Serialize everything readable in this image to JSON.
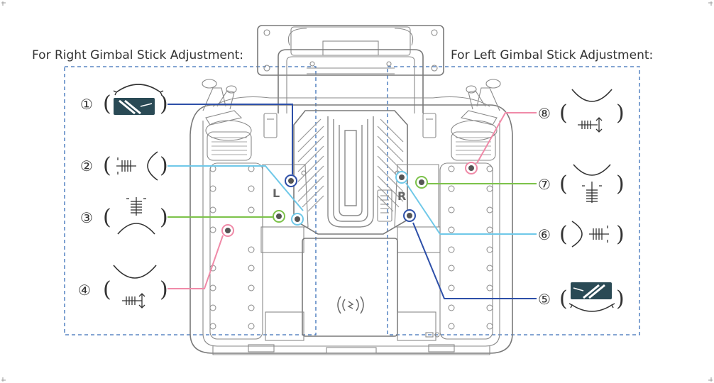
{
  "headings": {
    "right_gimbal": "For Right Gimbal Stick Adjustment:",
    "left_gimbal": "For Left Gimbal Stick Adjustment:"
  },
  "panels": {
    "left_letter": "L",
    "right_letter": "R"
  },
  "colors": {
    "dark_blue": "#2d4fa8",
    "light_blue": "#6fc8e8",
    "green": "#7cc24a",
    "pink": "#f08aa8",
    "frame_dash": "#3a6fb8",
    "outline": "#7a7a7a"
  },
  "callouts": [
    {
      "id": 1,
      "label": "①",
      "side": "left",
      "color": "dark_blue",
      "icon": "stick-tension-arc-icon"
    },
    {
      "id": 2,
      "label": "②",
      "side": "left",
      "color": "light_blue",
      "icon": "spring-horizontal-icon"
    },
    {
      "id": 3,
      "label": "③",
      "side": "left",
      "color": "green",
      "icon": "spring-vertical-icon"
    },
    {
      "id": 4,
      "label": "④",
      "side": "left",
      "color": "pink",
      "icon": "throttle-friction-icon"
    },
    {
      "id": 5,
      "label": "⑤",
      "side": "right",
      "color": "dark_blue",
      "icon": "stick-tension-arc-icon"
    },
    {
      "id": 6,
      "label": "⑥",
      "side": "right",
      "color": "light_blue",
      "icon": "spring-horizontal-icon"
    },
    {
      "id": 7,
      "label": "⑦",
      "side": "right",
      "color": "green",
      "icon": "spring-vertical-icon"
    },
    {
      "id": 8,
      "label": "⑧",
      "side": "right",
      "color": "pink",
      "icon": "throttle-friction-icon"
    }
  ],
  "nfc_icon": "nfc-icon"
}
